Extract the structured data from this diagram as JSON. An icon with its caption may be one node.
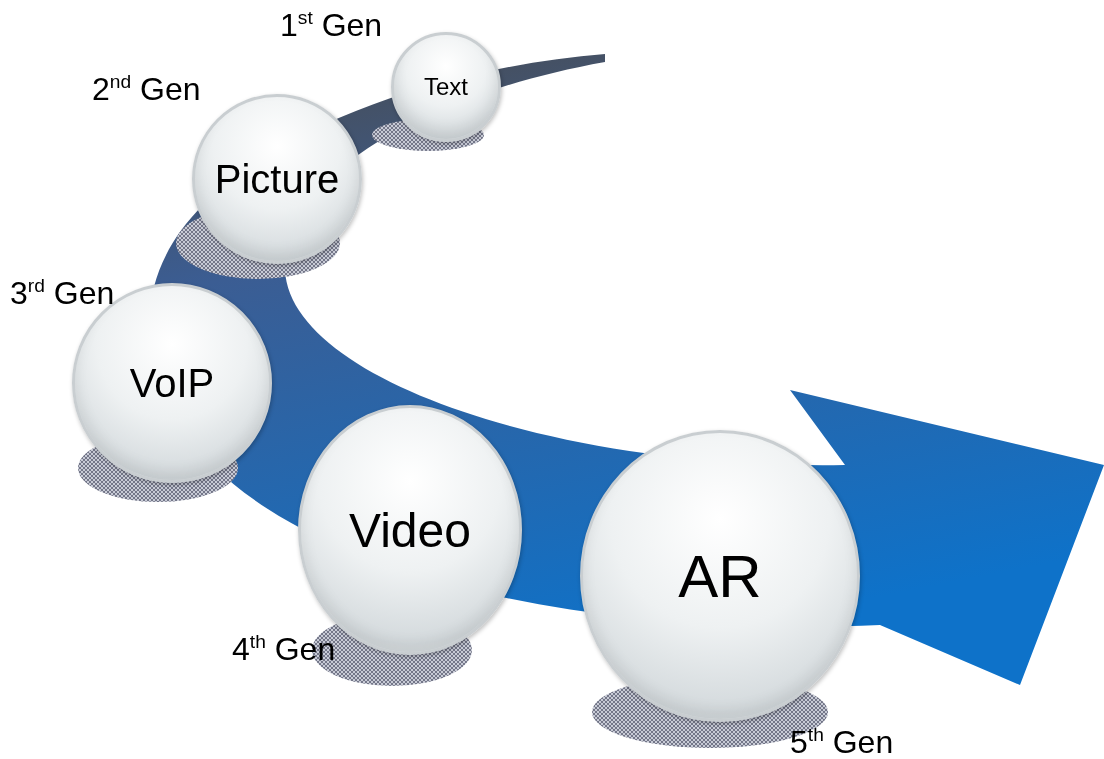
{
  "diagram": {
    "nodes": [
      {
        "text": [
          "Text"
        ],
        "beside": [
          "1$^{st}$ Gen"
        ]
      },
      {
        "text": [
          "Picture"
        ],
        "beside": [
          "2$^{nd}$ Gen"
        ]
      },
      {
        "text": [
          "VoIP"
        ],
        "beside": [
          "3$^{rd}$ Gen"
        ]
      },
      {
        "text": [
          "Video"
        ],
        "beside": [
          "4$^{th}$ Gen"
        ]
      },
      {
        "text": [
          "AR"
        ],
        "beside": [
          "5$^{th}$ Gen"
        ]
      }
    ],
    "edges": []
  }
}
